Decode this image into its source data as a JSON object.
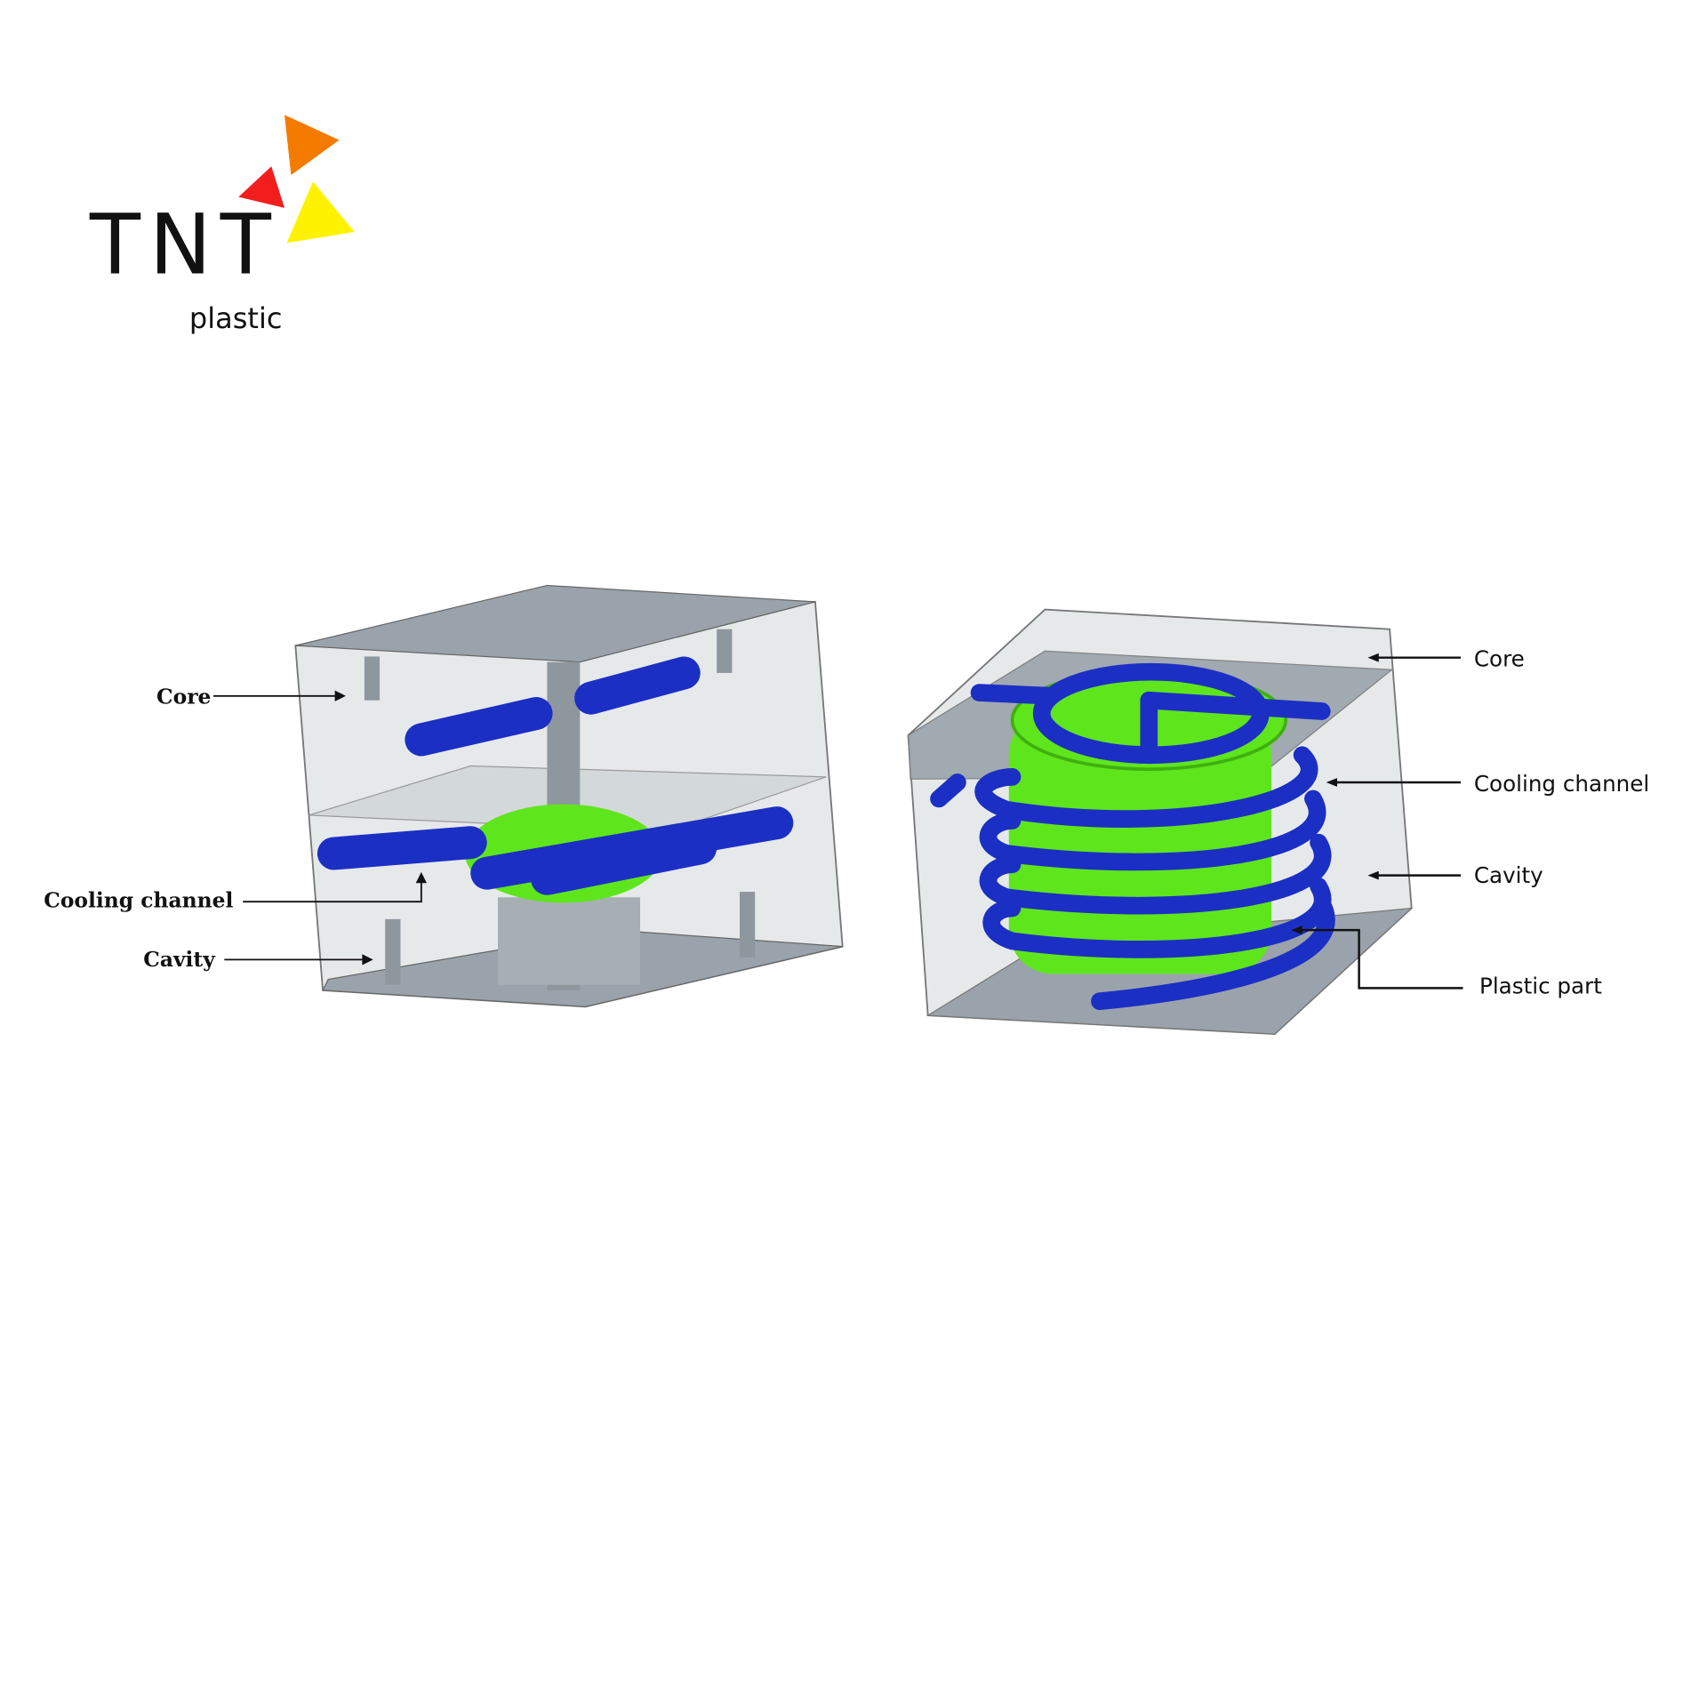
{
  "logo": {
    "brand": "TNT",
    "sub": "plastic",
    "colors": {
      "orange": "#f57a00",
      "red": "#f21d1d",
      "yellow": "#fff200"
    }
  },
  "left_diagram": {
    "labels": {
      "core": "Core",
      "cooling_channel": "Cooling channel",
      "cavity": "Cavity"
    }
  },
  "right_diagram": {
    "labels": {
      "core": "Core",
      "cooling_channel": "Cooling channel",
      "cavity": "Cavity",
      "plastic_part": "Plastic part"
    }
  },
  "colors": {
    "channel": "#1c2fc4",
    "part": "#5fe51c",
    "plate": "#9aa3ab",
    "box": "#dfe3e5"
  }
}
